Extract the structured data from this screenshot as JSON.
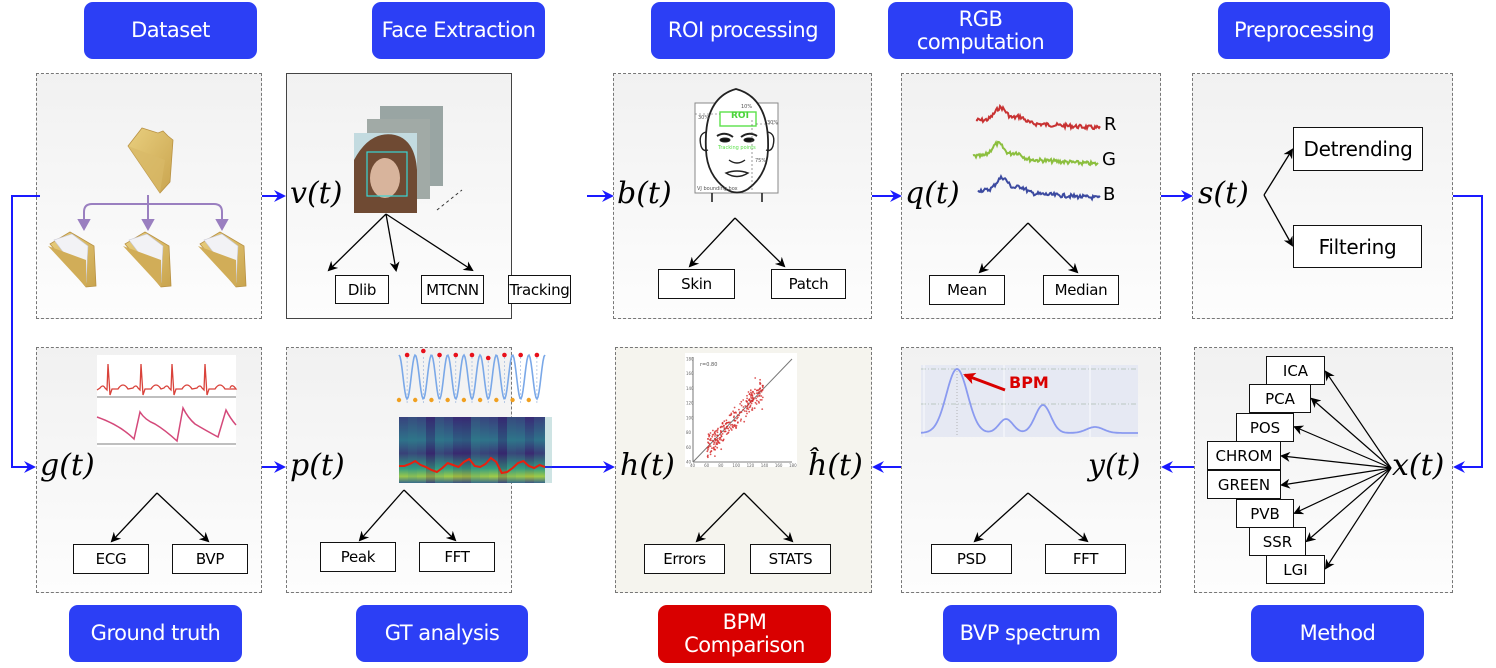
{
  "stages_top": [
    {
      "title": "Dataset",
      "variable": "",
      "leaves": []
    },
    {
      "title": "Face Extraction",
      "variable": "v(t)",
      "leaves": [
        "Dlib",
        "MTCNN",
        "Tracking"
      ]
    },
    {
      "title": "ROI processing",
      "variable": "b(t)",
      "leaves": [
        "Skin",
        "Patch"
      ]
    },
    {
      "title": "RGB computation",
      "variable": "q(t)",
      "leaves": [
        "Mean",
        "Median"
      ]
    },
    {
      "title": "Preprocessing",
      "variable": "s(t)",
      "leaves": [
        "Detrending",
        "Filtering"
      ]
    }
  ],
  "stages_bottom": [
    {
      "title": "Ground truth",
      "variable": "g(t)",
      "leaves": [
        "ECG",
        "BVP"
      ]
    },
    {
      "title": "GT analysis",
      "variable": "p(t)",
      "leaves": [
        "Peak",
        "FFT"
      ]
    },
    {
      "title": "BPM Comparison",
      "variable": "h(t)",
      "variable2": "ĥ(t)",
      "leaves": [
        "Errors",
        "STATS"
      ]
    },
    {
      "title": "BVP spectrum",
      "variable": "y(t)",
      "leaves": [
        "PSD",
        "FFT"
      ]
    },
    {
      "title": "Method",
      "variable": "x(t)",
      "leaves": [
        "ICA",
        "PCA",
        "POS",
        "CHROM",
        "GREEN",
        "PVB",
        "SSR",
        "LGI"
      ]
    }
  ],
  "roi_figure": {
    "roi_label": "ROI",
    "tracking_label": "Tracking points",
    "bbox_label": "VJ bounding box",
    "pct_top": "10%",
    "pct_left": "30%",
    "pct_right": "30%",
    "pct_bottom": "75%"
  },
  "rgb_figure": {
    "channels": [
      "R",
      "G",
      "B"
    ],
    "colors": [
      "#c83232",
      "#8cbf3f",
      "#3c4aa0"
    ]
  },
  "scatter_figure": {
    "annotation": "r=0.80",
    "xlim": [
      40,
      180
    ],
    "ylim": [
      40,
      180
    ],
    "x_ticks": [
      "40",
      "60",
      "80",
      "100",
      "120",
      "140",
      "160",
      "180"
    ],
    "y_ticks": [
      "40",
      "60",
      "80",
      "100",
      "120",
      "140",
      "160",
      "180"
    ]
  },
  "psd_figure": {
    "peak_label": "BPM"
  },
  "colors": {
    "pill_blue": "#2c3ff5",
    "pill_red": "#d90000",
    "connector": "#1a1aff",
    "folder_arrow": "#9a7fc0"
  }
}
